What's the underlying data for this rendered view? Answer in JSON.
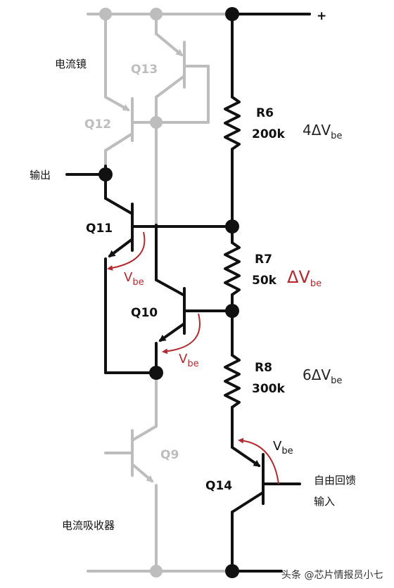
{
  "supply_label": "+",
  "blocks": {
    "current_mirror": "电流镜",
    "current_sink": "电流吸收器"
  },
  "ports": {
    "output": "输出",
    "feedback_input_line1": "自由回馈",
    "feedback_input_line2": "输入"
  },
  "transistors": {
    "q9": "Q9",
    "q10": "Q10",
    "q11": "Q11",
    "q12": "Q12",
    "q13": "Q13",
    "q14": "Q14"
  },
  "resistors": [
    {
      "name": "R6",
      "value": "200k",
      "drop_prefix": "4ΔV",
      "drop_sub": "be"
    },
    {
      "name": "R7",
      "value": "50k",
      "drop_prefix": "ΔV",
      "drop_sub": "be"
    },
    {
      "name": "R8",
      "value": "300k",
      "drop_prefix": "6ΔV",
      "drop_sub": "be"
    }
  ],
  "vbe_label": {
    "main": "V",
    "sub": "be"
  },
  "watermark": "头条 @芯片情报员小七",
  "colors": {
    "active_wire": "#111111",
    "inactive_wire": "#bdbdbd",
    "annotation": "#b5292e"
  }
}
